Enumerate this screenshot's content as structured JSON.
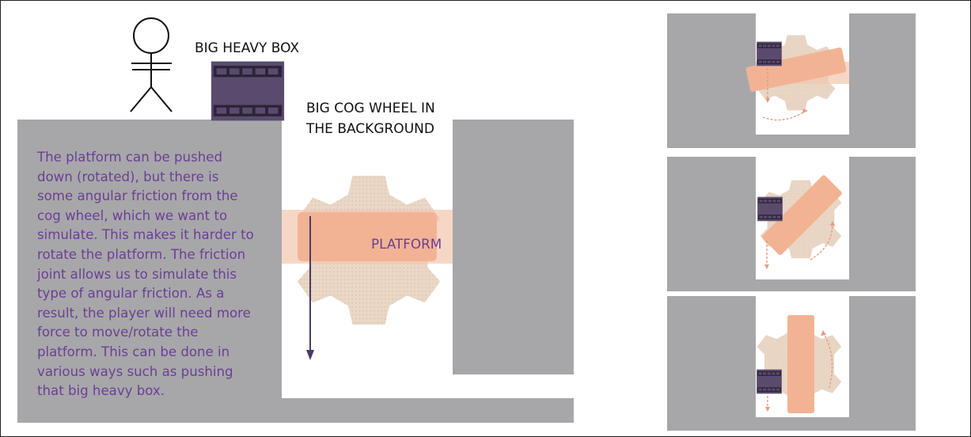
{
  "labels": {
    "box": "BIG HEAVY BOX",
    "cog_line1": "BIG COG WHEEL IN",
    "cog_line2": "THE BACKGROUND",
    "platform": "PLATFORM"
  },
  "explanation": [
    "The platform can be pushed",
    "down (rotated), but there is",
    "some angular friction from the",
    "cog wheel, which we want to",
    "simulate. This makes it harder to",
    "rotate the platform. The friction",
    "joint allows us to simulate this",
    "type of angular friction. As a",
    "result, the player will need more",
    "force to move/rotate the",
    "platform. This can be done in",
    "various ways such as pushing",
    "that big heavy box."
  ],
  "colors": {
    "wall": "#a7a7aa",
    "cog": "#ead7c6",
    "platform": "#f2b394",
    "box": "#5a4b6e",
    "box_dark": "#2c2438",
    "text_purple": "#6b3f93",
    "arrow": "#4b3a63",
    "motion_arrow": "#e39c84"
  }
}
